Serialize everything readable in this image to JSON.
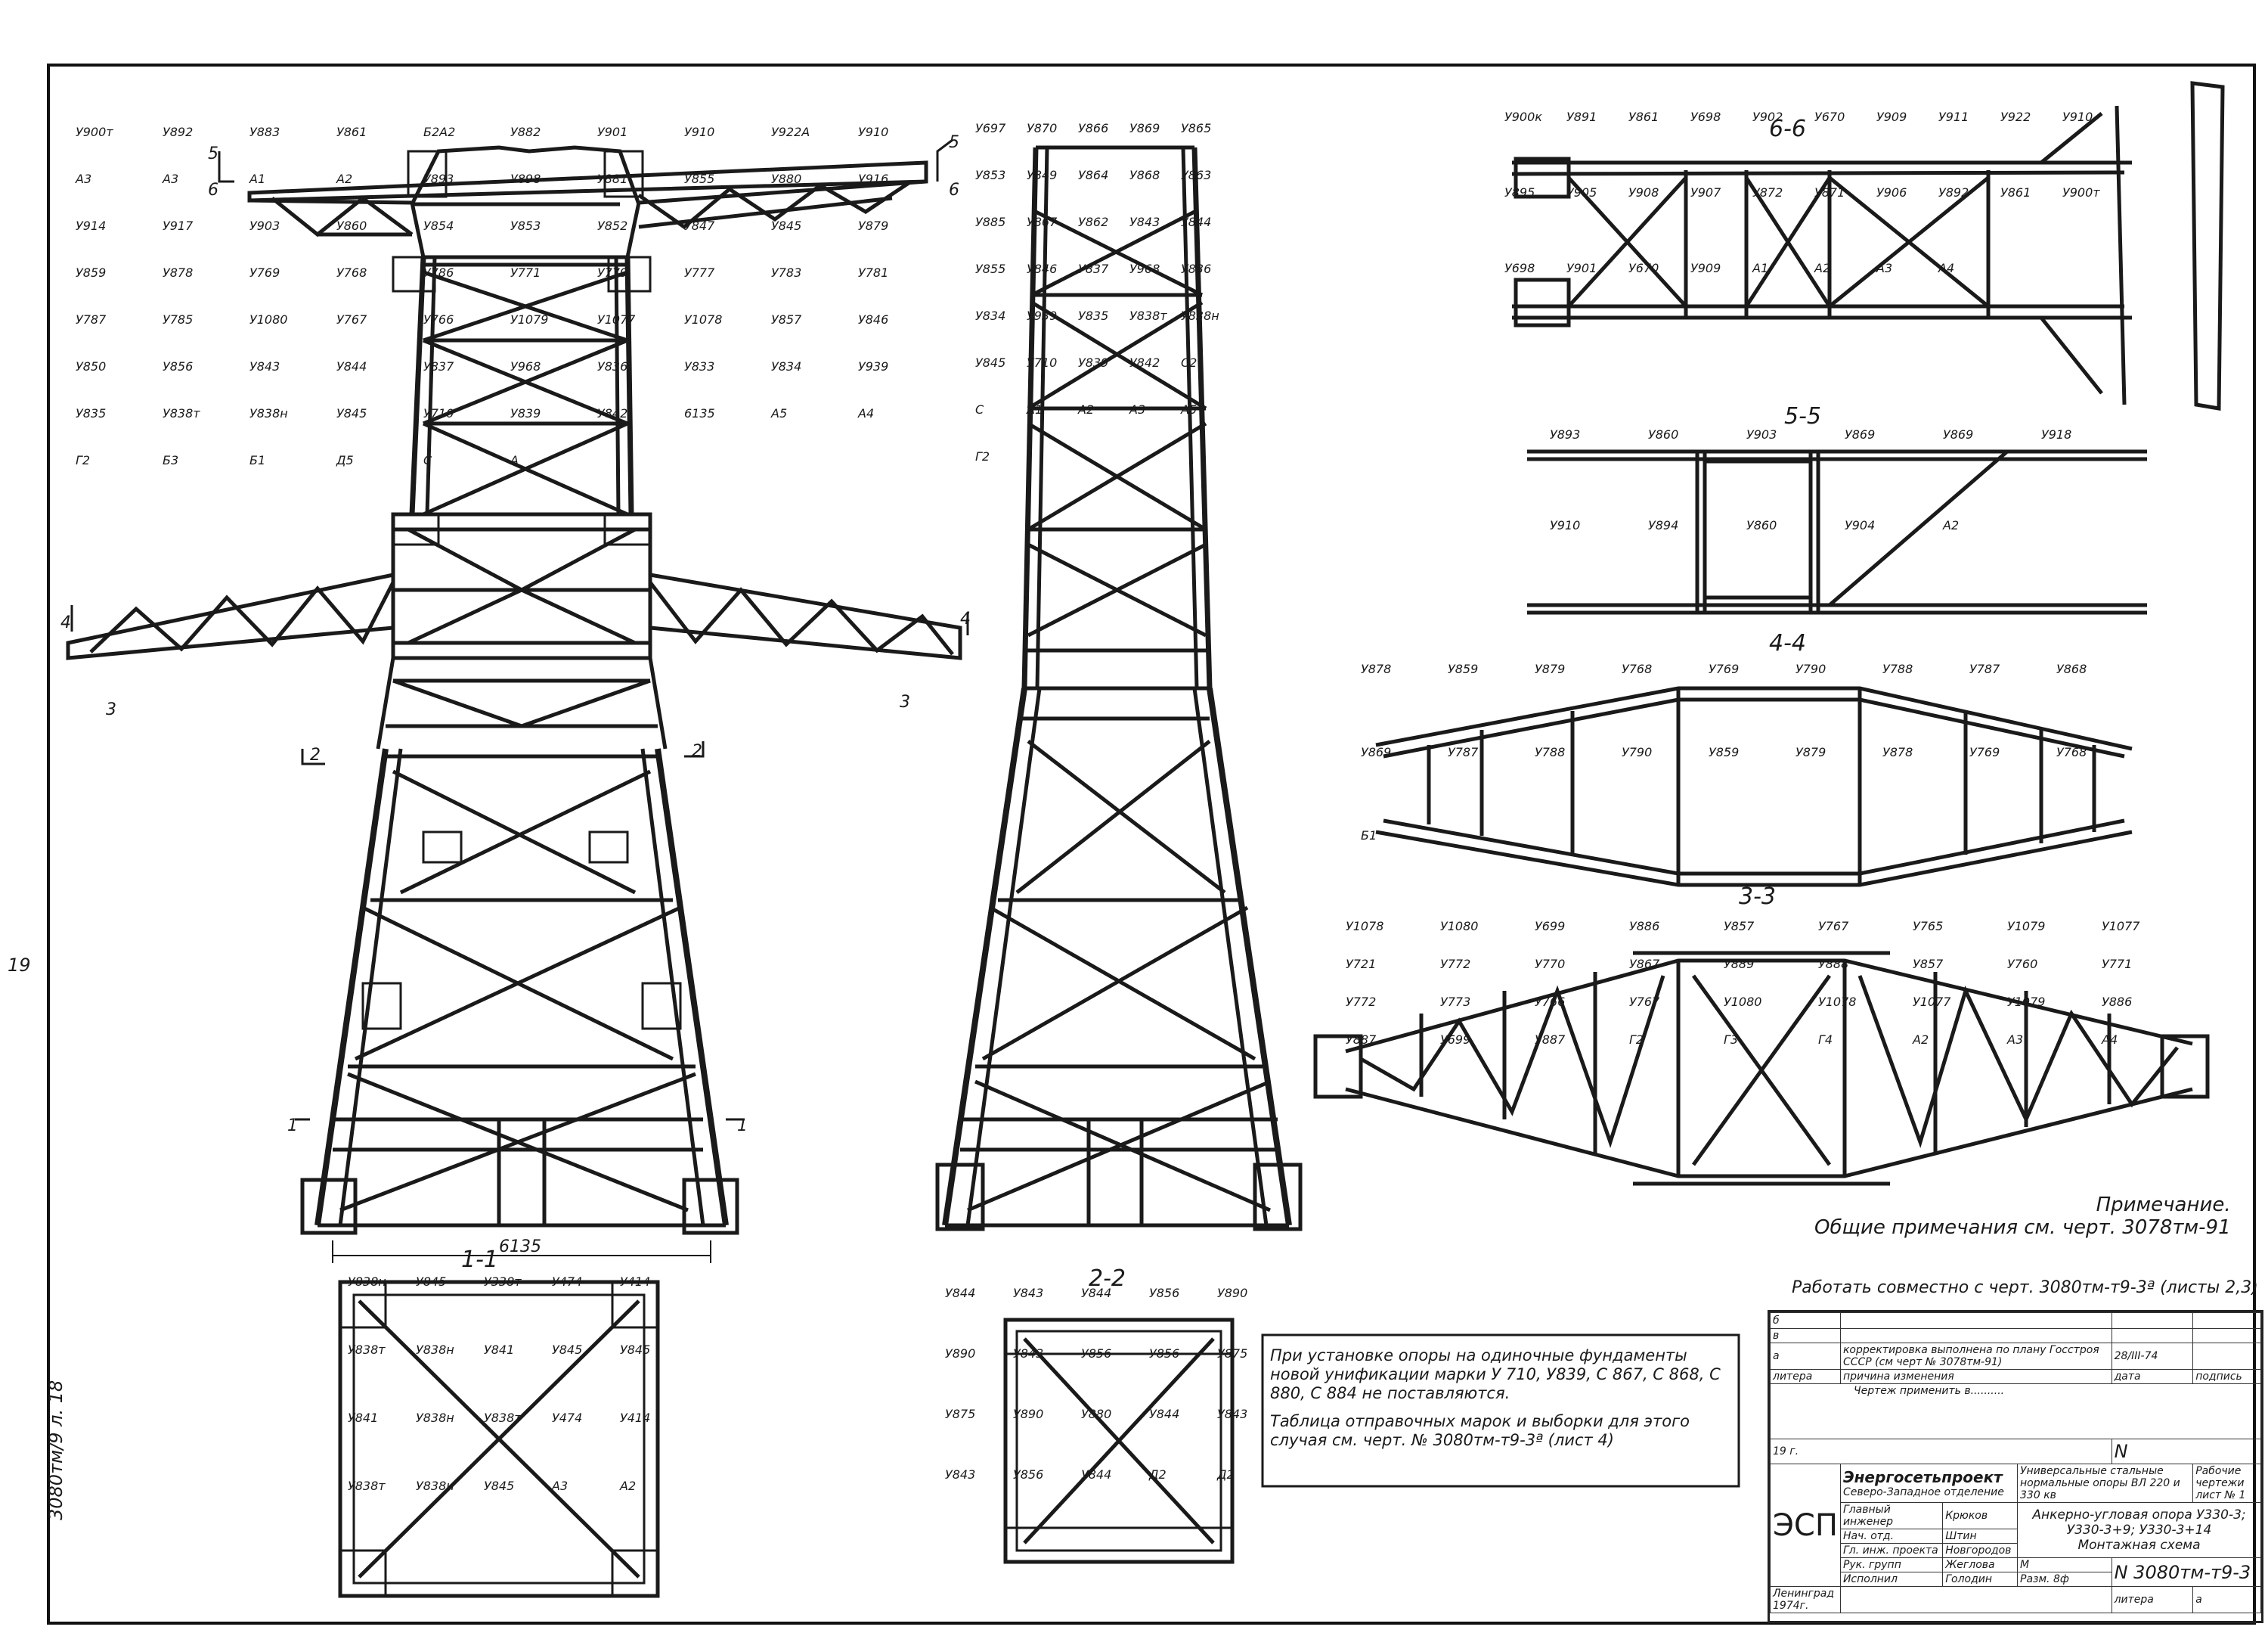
{
  "sheet": {
    "left_margin_number": "19",
    "left_margin_doc": "3080тм/9 л. 18"
  },
  "section_marks": {
    "s66": "6-6",
    "s55": "5-5",
    "s44": "4-4",
    "s33": "3-3",
    "s11": "1-1",
    "s22": "2-2",
    "n1": "1",
    "n2": "2",
    "n3": "3",
    "n4": "4",
    "n5": "5",
    "n6": "6"
  },
  "front_view": {
    "labels": [
      "У900т",
      "У892",
      "У883",
      "У861",
      "Б2А2",
      "У882",
      "У901",
      "У910",
      "У922А",
      "У910",
      "А3",
      "А3",
      "А1",
      "А2",
      "У893",
      "У898",
      "У881",
      "У855",
      "У880",
      "У916",
      "У914",
      "У917",
      "У903",
      "У860",
      "У854",
      "У853",
      "У852",
      "У847",
      "У845",
      "У879",
      "У859",
      "У878",
      "У769",
      "У768",
      "У786",
      "У771",
      "У779",
      "У777",
      "У783",
      "У781",
      "У787",
      "У785",
      "У1080",
      "У767",
      "У766",
      "У1079",
      "У1077",
      "У1078",
      "У857",
      "У846",
      "У850",
      "У856",
      "У843",
      "У844",
      "У837",
      "У968",
      "У836",
      "У833",
      "У834",
      "У939",
      "У835",
      "У838т",
      "У838н",
      "У845",
      "У710",
      "У839",
      "У842",
      "6135",
      "А5",
      "А4",
      "Г2",
      "Б3",
      "Б1",
      "Д5",
      "С",
      "А"
    ],
    "dimension": "6135"
  },
  "side_view": {
    "labels": [
      "У697",
      "У870",
      "У866",
      "У869",
      "У865",
      "У853",
      "У849",
      "У864",
      "У868",
      "У863",
      "У885",
      "У867",
      "У862",
      "У843",
      "У844",
      "У855",
      "У846",
      "У837",
      "У968",
      "У836",
      "У834",
      "У939",
      "У835",
      "У838т",
      "У838н",
      "У845",
      "У710",
      "У839",
      "У842",
      "С2",
      "С",
      "А1",
      "А2",
      "А3",
      "А5",
      "Г2"
    ]
  },
  "plan_66": {
    "labels": [
      "У900к",
      "У891",
      "У861",
      "У698",
      "У902",
      "У670",
      "У909",
      "У911",
      "У922",
      "У910",
      "У895",
      "У905",
      "У908",
      "У907",
      "У872",
      "У871",
      "У906",
      "У892",
      "У861",
      "У900т",
      "У698",
      "У901",
      "У670",
      "У909",
      "А1",
      "А2",
      "А3",
      "А4"
    ]
  },
  "plan_55": {
    "labels": [
      "У893",
      "У860",
      "У903",
      "У869",
      "У869",
      "У918",
      "У910",
      "У894",
      "У860",
      "У904",
      "А2"
    ]
  },
  "plan_44": {
    "labels": [
      "У878",
      "У859",
      "У879",
      "У768",
      "У769",
      "У790",
      "У788",
      "У787",
      "У868",
      "У869",
      "У787",
      "У788",
      "У790",
      "У859",
      "У879",
      "У878",
      "У769",
      "У768",
      "Б1"
    ]
  },
  "plan_33": {
    "labels": [
      "У1078",
      "У1080",
      "У699",
      "У886",
      "У857",
      "У767",
      "У765",
      "У1079",
      "У1077",
      "У721",
      "У772",
      "У770",
      "У867",
      "У889",
      "У888",
      "У857",
      "У760",
      "У771",
      "У772",
      "У773",
      "У766",
      "У767",
      "У1080",
      "У1078",
      "У1077",
      "У1079",
      "У886",
      "У887",
      "У699",
      "У887",
      "Г2",
      "Г3",
      "Г4",
      "А2",
      "А3",
      "А4"
    ]
  },
  "plan_11": {
    "labels": [
      "У838н",
      "У845",
      "У338т",
      "У474",
      "У414",
      "У838т",
      "У838н",
      "У841",
      "У845",
      "У845",
      "У841",
      "У838н",
      "У838т",
      "У474",
      "У414",
      "У838т",
      "У838н",
      "У845",
      "А3",
      "А2"
    ]
  },
  "plan_22": {
    "labels": [
      "У844",
      "У843",
      "У844",
      "У856",
      "У890",
      "У890",
      "У843",
      "У856",
      "У856",
      "У875",
      "У875",
      "У890",
      "У880",
      "У844",
      "У843",
      "У843",
      "У856",
      "У844",
      "Д2",
      "Д2"
    ]
  },
  "remark": {
    "title": "Примечание.",
    "text": "Общие примечания см. черт. 3078тм-91"
  },
  "joint_note": "Работать совместно с черт. 3080тм-т9-3ª (листы 2,3)",
  "note": {
    "p1": "При установке опоры на одиночные фундаменты новой унификации марки У 710, У839, С 867, С 868, С 880, С 884 не поставляются.",
    "p2": "Таблица отправочных марок и выборки для этого случая см. черт. № 3080тм-т9-3ª (лист 4)"
  },
  "stamp": {
    "rev_b": "б",
    "rev_v": "в",
    "rev_a": "а",
    "rev_a_text": "корректировка выполнена по плану Госстроя СССР (см черт № 3078тм-91)",
    "rev_a_date": "28/III-74",
    "col_litera": "литера",
    "col_reason": "причина изменения",
    "col_date": "дата",
    "col_sign": "подпись",
    "apply": "Чертеж применить в..........",
    "year": "19 г.",
    "no_label": "N",
    "org_logo": "ЭСП",
    "org_name": "Энергосетьпроект",
    "org_branch": "Северо-Западное отделение",
    "project": "Универсальные стальные нормальные опоры ВЛ 220 и 330 кв",
    "work_drawings": "Рабочие чертежи",
    "sheet_no": "лист № 1",
    "title": "Анкерно-угловая опора У330-3; У330-3+9; У330-3+14",
    "subtitle": "Монтажная схема",
    "role1": "Главный инженер",
    "name1": "Крюков",
    "role2": "Нач. отд.",
    "name2": "Штин",
    "role3": "Гл. инж. проекта",
    "name3": "Новгородов",
    "role4": "Рук. групп",
    "name4": "Жеглова",
    "role5": "Исполнил",
    "name5": "Голодин",
    "scale_label": "М",
    "format": "Разм. 8ф",
    "drawing_no": "N 3080тм-т9-3",
    "litera": "литера",
    "litera_val": "а",
    "city": "Ленинград",
    "city_year": "1974г."
  }
}
